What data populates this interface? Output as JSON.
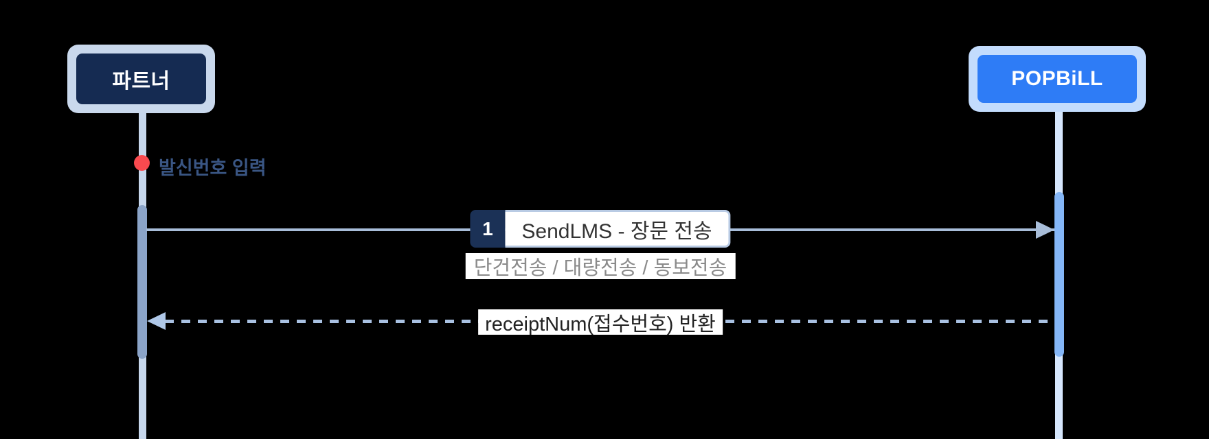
{
  "diagram": {
    "type": "sequence",
    "actors": [
      {
        "id": "partner",
        "label": "파트너"
      },
      {
        "id": "popbill",
        "label": "POPBiLL"
      }
    ],
    "event": {
      "marker": "red-dot",
      "label": "발신번호 입력"
    },
    "messages": [
      {
        "step": "1",
        "label": "SendLMS - 장문 전송",
        "sublabel": "단건전송 / 대량전송 / 동보전송",
        "from": "partner",
        "to": "popbill",
        "line": "solid"
      },
      {
        "label": "receiptNum(접수번호) 반환",
        "from": "popbill",
        "to": "partner",
        "line": "dashed"
      }
    ],
    "colors": {
      "background": "#000000",
      "partner-frame": "#c9d8ec",
      "partner-box": "#152b52",
      "popbill-frame": "#c3dcfd",
      "popbill-box": "#2e7cf6",
      "lifeline-left": "#c7d7ec",
      "lifeline-right": "#d6e7fd",
      "activation-left": "#8ba4c8",
      "activation-right": "#84b6f7",
      "arrow": "#a8bdd9",
      "dashed-arrow": "#a9c1e2",
      "return-head": "#afc8e8",
      "event-dot": "#f94a4f",
      "event-text": "#3a5684",
      "step-badge": "#1b3156",
      "label-border": "#b9cbe4",
      "label-text": "#333333",
      "sublabel-text": "#8a8a8a",
      "return-text": "#222222"
    }
  }
}
